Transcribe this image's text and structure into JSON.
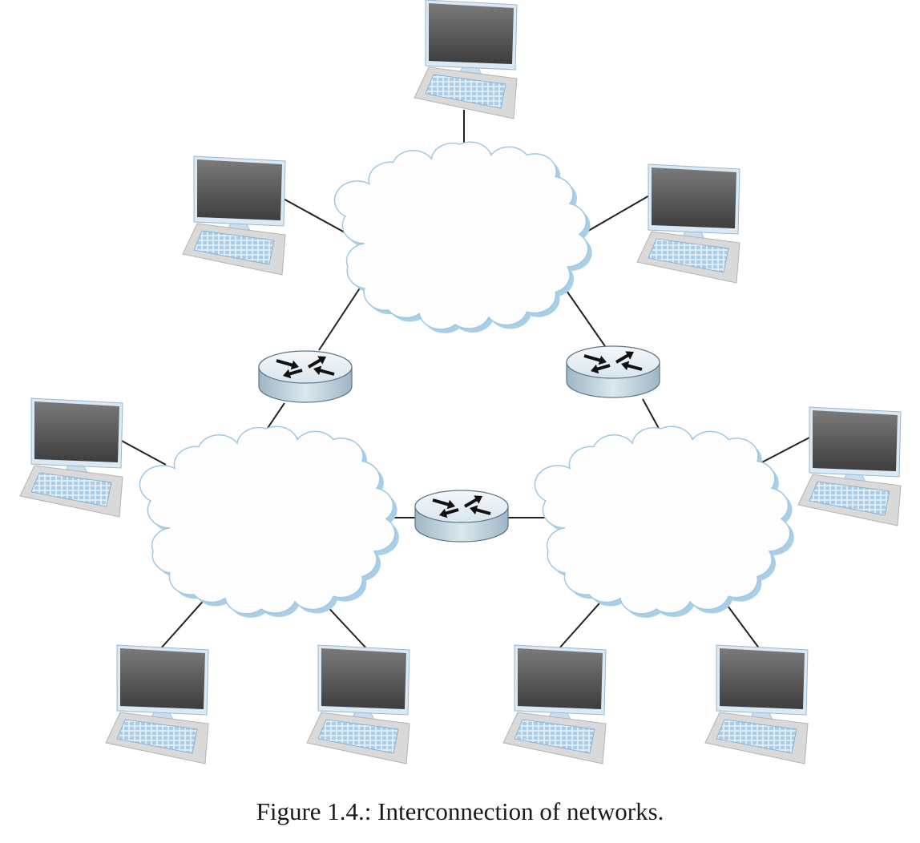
{
  "figure": {
    "caption": "Figure 1.4.: Interconnection of networks."
  },
  "colors": {
    "cloud_fill": "#fdfdfd",
    "cloud_outline": "#9fc8e2",
    "cloud_shadow": "#a8cfe7",
    "link": "#222222",
    "router_top": "#e4eef4",
    "router_side": "#b7ccd8",
    "router_arrow": "#111111",
    "screen_dark": "#3d3d3d",
    "screen_light": "#7a7a7a",
    "bezel": "#dbe9f4",
    "keyboard_base": "#d9d9d9",
    "keys": "#a9cde8"
  },
  "diagram": {
    "networks": [
      {
        "id": "top",
        "icon": "cloud-icon"
      },
      {
        "id": "bottom-left",
        "icon": "cloud-icon"
      },
      {
        "id": "bottom-right",
        "icon": "cloud-icon"
      }
    ],
    "routers": [
      {
        "id": "left",
        "icon": "router-icon",
        "connects": [
          "top",
          "bottom-left"
        ]
      },
      {
        "id": "right",
        "icon": "router-icon",
        "connects": [
          "top",
          "bottom-right"
        ]
      },
      {
        "id": "bottom",
        "icon": "router-icon",
        "connects": [
          "bottom-left",
          "bottom-right"
        ]
      }
    ],
    "hosts": [
      {
        "id": "top-center",
        "icon": "computer-icon",
        "network": "top"
      },
      {
        "id": "top-left",
        "icon": "computer-icon",
        "network": "top"
      },
      {
        "id": "top-right",
        "icon": "computer-icon",
        "network": "top"
      },
      {
        "id": "left-upper",
        "icon": "computer-icon",
        "network": "bottom-left"
      },
      {
        "id": "left-lower-1",
        "icon": "computer-icon",
        "network": "bottom-left"
      },
      {
        "id": "left-lower-2",
        "icon": "computer-icon",
        "network": "bottom-left"
      },
      {
        "id": "right-upper",
        "icon": "computer-icon",
        "network": "bottom-right"
      },
      {
        "id": "right-lower-1",
        "icon": "computer-icon",
        "network": "bottom-right"
      },
      {
        "id": "right-lower-2",
        "icon": "computer-icon",
        "network": "bottom-right"
      }
    ]
  }
}
